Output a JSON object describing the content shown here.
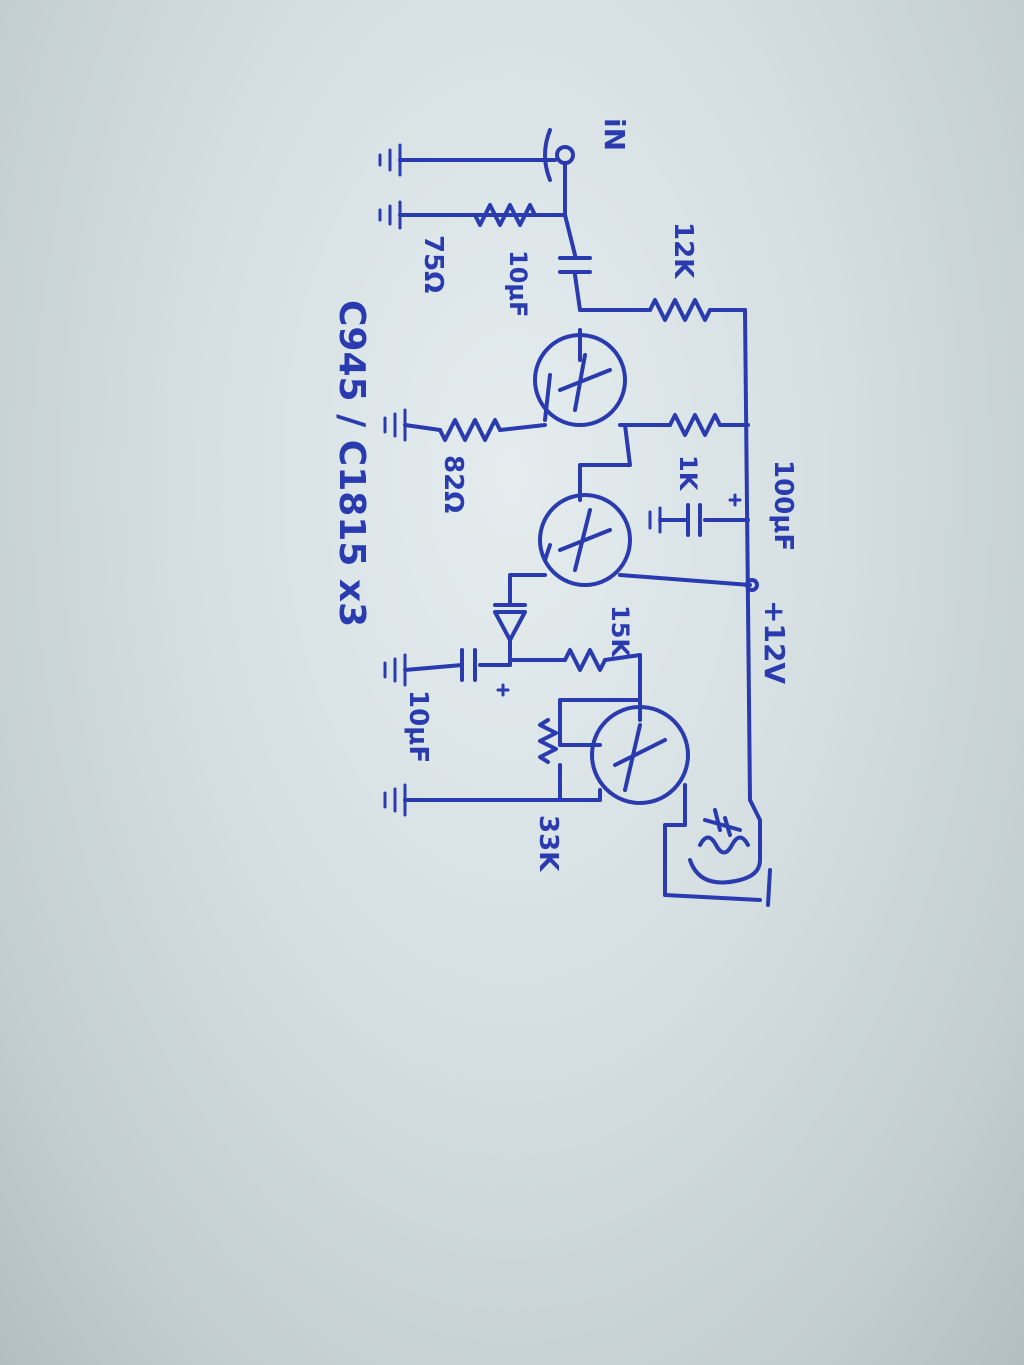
{
  "diagram": {
    "input_label": "iN",
    "components": {
      "r_input": "75Ω",
      "c_input": "10μF",
      "r_bias": "12K",
      "r_emitter": "82Ω",
      "r_collector": "1K",
      "c_supply": "100μF",
      "supply": "+12V",
      "r_mid": "15K",
      "c_bypass": "10μF",
      "r_base": "33K"
    },
    "transistors_note": "C945 / C1815 x3",
    "ink_color": "#2a3bb0"
  }
}
